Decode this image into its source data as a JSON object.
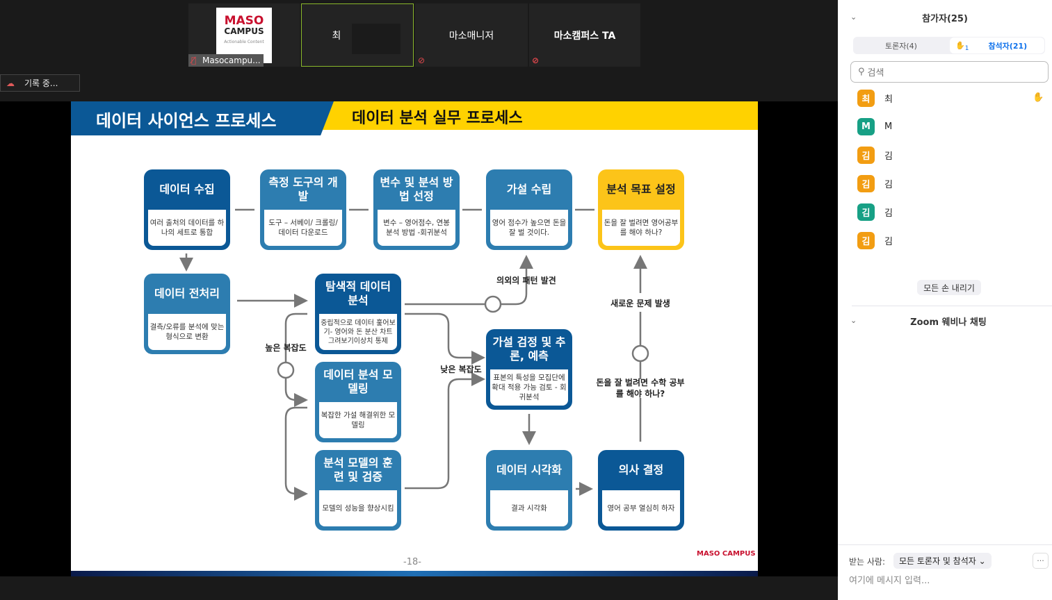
{
  "video": {
    "tiles": [
      {
        "name": "Masocampu...",
        "logo": "MASO CAMPUS Actionable Content"
      },
      {
        "name": "최"
      },
      {
        "name": "마소매니저"
      },
      {
        "name": "마소캠퍼스 TA"
      }
    ],
    "recording": "기록 중..."
  },
  "slide": {
    "title_left": "데이터 사이언스 프로세스",
    "title_right": "데이터 분석 실무 프로세스",
    "boxes": [
      {
        "title": "데이터 수집",
        "body": "여러 출처의 데이터를 하나의 세트로 통합"
      },
      {
        "title": "측정 도구의 개발",
        "body": "도구 – 서베이/ 크롤링/ 데이터 다운로드"
      },
      {
        "title": "변수 및 분석 방법 선정",
        "body": "변수 – 영어점수, 연봉 분석 방법 -회귀분석"
      },
      {
        "title": "가설 수립",
        "body": "영어 점수가 높으면 돈을 잘 벌 것이다."
      },
      {
        "title": "분석 목표 설정",
        "body": "돈을 잘 벌려면 영어공부를 해야 하나?"
      },
      {
        "title": "데이터 전처리",
        "body": "결측/오류를 분석에 맞는 형식으로 변환"
      },
      {
        "title": "탐색적 데이터 분석",
        "body": "중립적으로 데이터 훑어보기- 영어와 돈 분산 차트 그려보기이상치 통제"
      },
      {
        "title": "데이터 분석 모델링",
        "body": "복잡한 가설 해결위한 모델링"
      },
      {
        "title": "분석 모델의 훈련 및 검증",
        "body": "모델의 성능을 향상시킴"
      },
      {
        "title": "가설 검정 및 추론, 예측",
        "body": "표본의 특성을 모집단에 확대 적용 가능 검토 - 회귀분석"
      },
      {
        "title": "데이터 시각화",
        "body": "결과 시각화"
      },
      {
        "title": "의사 결정",
        "body": "영어 공부 열심히 하자"
      }
    ],
    "labels": {
      "pattern": "의외의 패턴 발견",
      "high": "높은 복잡도",
      "low": "낮은 복잡도",
      "new_problem": "새로운 문제 발생",
      "math": "돈을 잘 벌려면 수학 공부를 해야 하나?"
    },
    "page": "-18-",
    "footer_logo": "MASO CAMPUS"
  },
  "sidebar": {
    "title": "참가자(25)",
    "tab_panelists": "토론자(4)",
    "hand_count": "1",
    "tab_attendees": "참석자(21)",
    "search_placeholder": "검색",
    "participants": [
      {
        "initial": "최",
        "name": "최",
        "color": "#f29d12"
      },
      {
        "initial": "M",
        "name": "M",
        "color": "#17a085"
      },
      {
        "initial": "김",
        "name": "김",
        "color": "#f29d12"
      },
      {
        "initial": "김",
        "name": "김",
        "color": "#f29d12"
      },
      {
        "initial": "김",
        "name": "김",
        "color": "#17a085"
      },
      {
        "initial": "김",
        "name": "김",
        "color": "#f29d12"
      }
    ],
    "lower_hands": "모든 손 내리기",
    "chat_title": "Zoom 웨비나 채팅",
    "to_label": "받는 사람:",
    "to_value": "모든 토론자 및 참석자",
    "chat_placeholder": "여기에 메시지 입력...",
    "more": "···"
  }
}
